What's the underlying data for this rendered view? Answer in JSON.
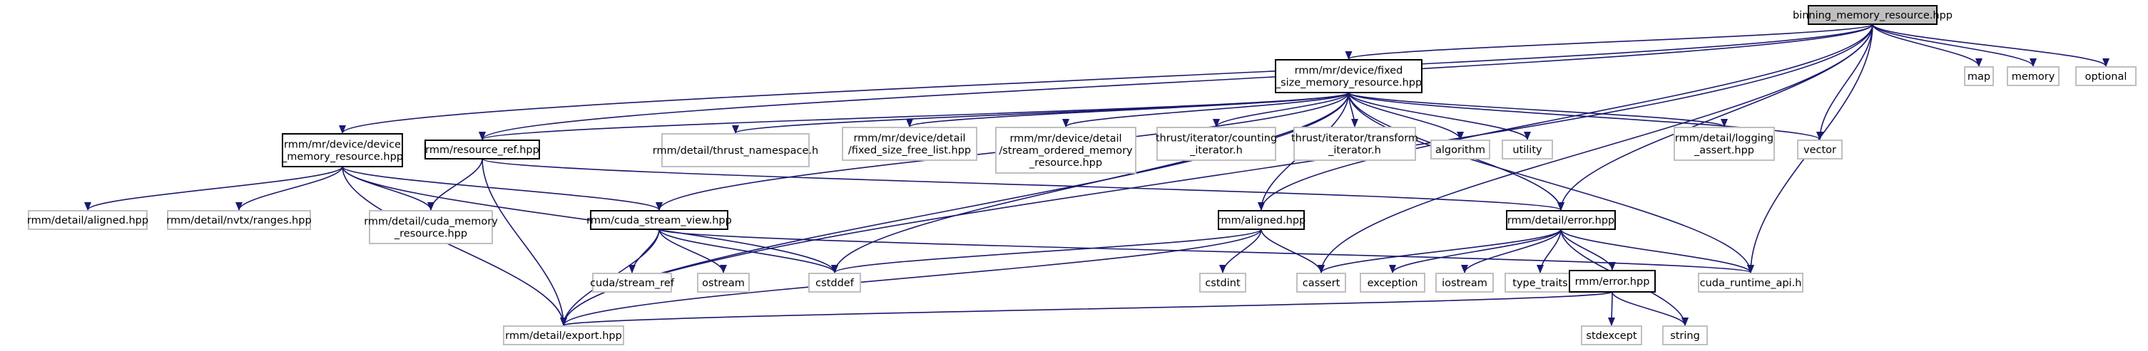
{
  "colors": {
    "edge": "#191970",
    "root_fill": "#bfbfbf",
    "root_border": "#000000",
    "linked_border": "#000000",
    "external_border": "#bfbfbf",
    "text": "#000000",
    "background": "#ffffff"
  },
  "nodes": [
    {
      "id": "binning",
      "kind": "root",
      "lines": [
        "binning_memory_resource.hpp"
      ]
    },
    {
      "id": "fixed_size",
      "kind": "linked",
      "lines": [
        "rmm/mr/device/fixed",
        "_size_memory_resource.hpp"
      ]
    },
    {
      "id": "map",
      "kind": "external",
      "lines": [
        "map"
      ]
    },
    {
      "id": "memory",
      "kind": "external",
      "lines": [
        "memory"
      ]
    },
    {
      "id": "optional",
      "kind": "external",
      "lines": [
        "optional"
      ]
    },
    {
      "id": "device_mr",
      "kind": "linked",
      "lines": [
        "rmm/mr/device/device",
        "_memory_resource.hpp"
      ]
    },
    {
      "id": "resource_ref",
      "kind": "linked",
      "lines": [
        "rmm/resource_ref.hpp"
      ]
    },
    {
      "id": "thrust_ns",
      "kind": "external",
      "lines": [
        "rmm/detail/thrust_namespace.h"
      ]
    },
    {
      "id": "free_list",
      "kind": "external",
      "lines": [
        "rmm/mr/device/detail",
        "/fixed_size_free_list.hpp"
      ]
    },
    {
      "id": "stream_ordered",
      "kind": "external",
      "lines": [
        "rmm/mr/device/detail",
        "/stream_ordered_memory",
        "_resource.hpp"
      ]
    },
    {
      "id": "counting_it",
      "kind": "external",
      "lines": [
        "thrust/iterator/counting",
        "_iterator.h"
      ]
    },
    {
      "id": "transform_it",
      "kind": "external",
      "lines": [
        "thrust/iterator/transform",
        "_iterator.h"
      ]
    },
    {
      "id": "algorithm",
      "kind": "external",
      "lines": [
        "algorithm"
      ]
    },
    {
      "id": "utility",
      "kind": "external",
      "lines": [
        "utility"
      ]
    },
    {
      "id": "logging_assert",
      "kind": "external",
      "lines": [
        "rmm/detail/logging",
        "_assert.hpp"
      ]
    },
    {
      "id": "vector",
      "kind": "external",
      "lines": [
        "vector"
      ]
    },
    {
      "id": "detail_aligned",
      "kind": "external",
      "lines": [
        "rmm/detail/aligned.hpp"
      ]
    },
    {
      "id": "nvtx_ranges",
      "kind": "external",
      "lines": [
        "rmm/detail/nvtx/ranges.hpp"
      ]
    },
    {
      "id": "cuda_mr",
      "kind": "external",
      "lines": [
        "rmm/detail/cuda_memory",
        "_resource.hpp"
      ]
    },
    {
      "id": "cuda_stream_view",
      "kind": "linked",
      "lines": [
        "rmm/cuda_stream_view.hpp"
      ]
    },
    {
      "id": "aligned",
      "kind": "linked",
      "lines": [
        "rmm/aligned.hpp"
      ]
    },
    {
      "id": "detail_error",
      "kind": "linked",
      "lines": [
        "rmm/detail/error.hpp"
      ]
    },
    {
      "id": "stream_ref",
      "kind": "external",
      "lines": [
        "cuda/stream_ref"
      ]
    },
    {
      "id": "ostream",
      "kind": "external",
      "lines": [
        "ostream"
      ]
    },
    {
      "id": "cstddef",
      "kind": "external",
      "lines": [
        "cstddef"
      ]
    },
    {
      "id": "cstdint",
      "kind": "external",
      "lines": [
        "cstdint"
      ]
    },
    {
      "id": "cassert",
      "kind": "external",
      "lines": [
        "cassert"
      ]
    },
    {
      "id": "exception",
      "kind": "external",
      "lines": [
        "exception"
      ]
    },
    {
      "id": "iostream",
      "kind": "external",
      "lines": [
        "iostream"
      ]
    },
    {
      "id": "type_traits",
      "kind": "external",
      "lines": [
        "type_traits"
      ]
    },
    {
      "id": "cuda_runtime",
      "kind": "external",
      "lines": [
        "cuda_runtime_api.h"
      ]
    },
    {
      "id": "error",
      "kind": "linked",
      "lines": [
        "rmm/error.hpp"
      ]
    },
    {
      "id": "stdexcept",
      "kind": "external",
      "lines": [
        "stdexcept"
      ]
    },
    {
      "id": "string",
      "kind": "external",
      "lines": [
        "string"
      ]
    },
    {
      "id": "export",
      "kind": "external",
      "lines": [
        "rmm/detail/export.hpp"
      ]
    }
  ],
  "edges": [
    [
      "binning",
      "fixed_size"
    ],
    [
      "binning",
      "map"
    ],
    [
      "binning",
      "memory"
    ],
    [
      "binning",
      "optional"
    ],
    [
      "binning",
      "device_mr"
    ],
    [
      "binning",
      "resource_ref"
    ],
    [
      "binning",
      "vector"
    ],
    [
      "binning",
      "aligned"
    ],
    [
      "binning",
      "detail_error"
    ],
    [
      "binning",
      "cassert"
    ],
    [
      "binning",
      "cuda_runtime"
    ],
    [
      "binning",
      "export"
    ],
    [
      "fixed_size",
      "resource_ref"
    ],
    [
      "fixed_size",
      "thrust_ns"
    ],
    [
      "fixed_size",
      "free_list"
    ],
    [
      "fixed_size",
      "stream_ordered"
    ],
    [
      "fixed_size",
      "counting_it"
    ],
    [
      "fixed_size",
      "transform_it"
    ],
    [
      "fixed_size",
      "algorithm"
    ],
    [
      "fixed_size",
      "utility"
    ],
    [
      "fixed_size",
      "logging_assert"
    ],
    [
      "fixed_size",
      "vector"
    ],
    [
      "fixed_size",
      "cuda_stream_view"
    ],
    [
      "fixed_size",
      "aligned"
    ],
    [
      "fixed_size",
      "detail_error"
    ],
    [
      "fixed_size",
      "cstddef"
    ],
    [
      "fixed_size",
      "cuda_runtime"
    ],
    [
      "fixed_size",
      "export"
    ],
    [
      "device_mr",
      "detail_aligned"
    ],
    [
      "device_mr",
      "nvtx_ranges"
    ],
    [
      "device_mr",
      "cuda_mr"
    ],
    [
      "device_mr",
      "cuda_stream_view"
    ],
    [
      "device_mr",
      "cstddef"
    ],
    [
      "device_mr",
      "export"
    ],
    [
      "resource_ref",
      "cuda_mr"
    ],
    [
      "resource_ref",
      "detail_error"
    ],
    [
      "resource_ref",
      "export"
    ],
    [
      "cuda_stream_view",
      "stream_ref"
    ],
    [
      "cuda_stream_view",
      "ostream"
    ],
    [
      "cuda_stream_view",
      "cstddef"
    ],
    [
      "cuda_stream_view",
      "cuda_runtime"
    ],
    [
      "cuda_stream_view",
      "export"
    ],
    [
      "aligned",
      "cstddef"
    ],
    [
      "aligned",
      "cstdint"
    ],
    [
      "aligned",
      "cassert"
    ],
    [
      "aligned",
      "export"
    ],
    [
      "detail_error",
      "cassert"
    ],
    [
      "detail_error",
      "exception"
    ],
    [
      "detail_error",
      "iostream"
    ],
    [
      "detail_error",
      "type_traits"
    ],
    [
      "detail_error",
      "error"
    ],
    [
      "detail_error",
      "string"
    ],
    [
      "detail_error",
      "cuda_runtime"
    ],
    [
      "error",
      "stdexcept"
    ],
    [
      "error",
      "string"
    ],
    [
      "error",
      "export"
    ]
  ]
}
